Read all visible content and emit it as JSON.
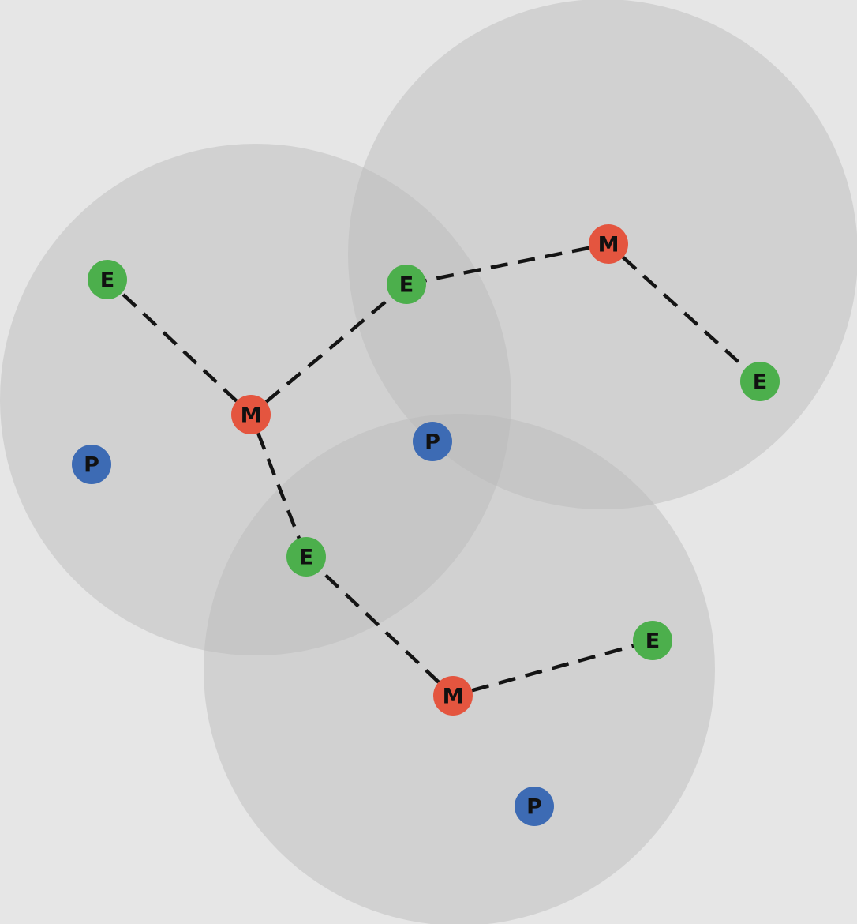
{
  "colors": {
    "background": "#e6e6e6",
    "zone": "#c4c4c4",
    "M": "#e4553f",
    "E": "#4caf4c",
    "P": "#3d6bb4",
    "link": "#141414"
  },
  "zones": [
    {
      "id": "zone-left"
    },
    {
      "id": "zone-right"
    },
    {
      "id": "zone-bottom"
    }
  ],
  "nodes": [
    {
      "id": "m1",
      "type": "M",
      "label": "M"
    },
    {
      "id": "m2",
      "type": "M",
      "label": "M"
    },
    {
      "id": "m3",
      "type": "M",
      "label": "M"
    },
    {
      "id": "e1",
      "type": "E",
      "label": "E"
    },
    {
      "id": "e2",
      "type": "E",
      "label": "E"
    },
    {
      "id": "e3",
      "type": "E",
      "label": "E"
    },
    {
      "id": "e4",
      "type": "E",
      "label": "E"
    },
    {
      "id": "e5",
      "type": "E",
      "label": "E"
    },
    {
      "id": "p1",
      "type": "P",
      "label": "P"
    },
    {
      "id": "p2",
      "type": "P",
      "label": "P"
    },
    {
      "id": "p3",
      "type": "P",
      "label": "P"
    }
  ],
  "links": [
    {
      "from": "m1",
      "to": "e1"
    },
    {
      "from": "m1",
      "to": "e2"
    },
    {
      "from": "m1",
      "to": "e4"
    },
    {
      "from": "m2",
      "to": "e2"
    },
    {
      "from": "m2",
      "to": "e3"
    },
    {
      "from": "m3",
      "to": "e4"
    },
    {
      "from": "m3",
      "to": "e5"
    }
  ]
}
